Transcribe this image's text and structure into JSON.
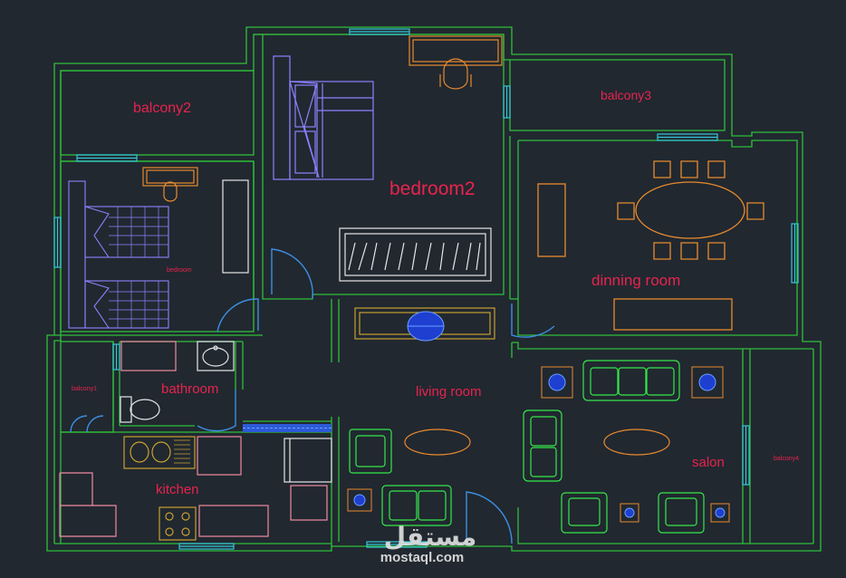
{
  "rooms": {
    "balcony2": "balcony2",
    "balcony3": "balcony3",
    "bedroom2": "bedroom2",
    "bedroom": "bedroom",
    "dinning_room": "dinning room",
    "balcony1": "balcony1",
    "bathroom": "bathroom",
    "living_room": "living room",
    "kitchen": "kitchen",
    "salon": "salon",
    "balcony4": "balcony4"
  },
  "watermark": {
    "arabic": "مستقل",
    "latin": "mostaql.com"
  },
  "colors": {
    "background": "#212830",
    "walls": "#2fbf3a",
    "labels": "#e8234d",
    "windows": "#33c8d8",
    "doors": "#3d8fe0",
    "furniture_orange": "#e88a2e",
    "bed": "#8c82ff",
    "sofa": "#35e84a",
    "fixtures": "#e6e6e6",
    "kitchen_units": "#f08aa0",
    "table_brown": "#c8a030"
  }
}
